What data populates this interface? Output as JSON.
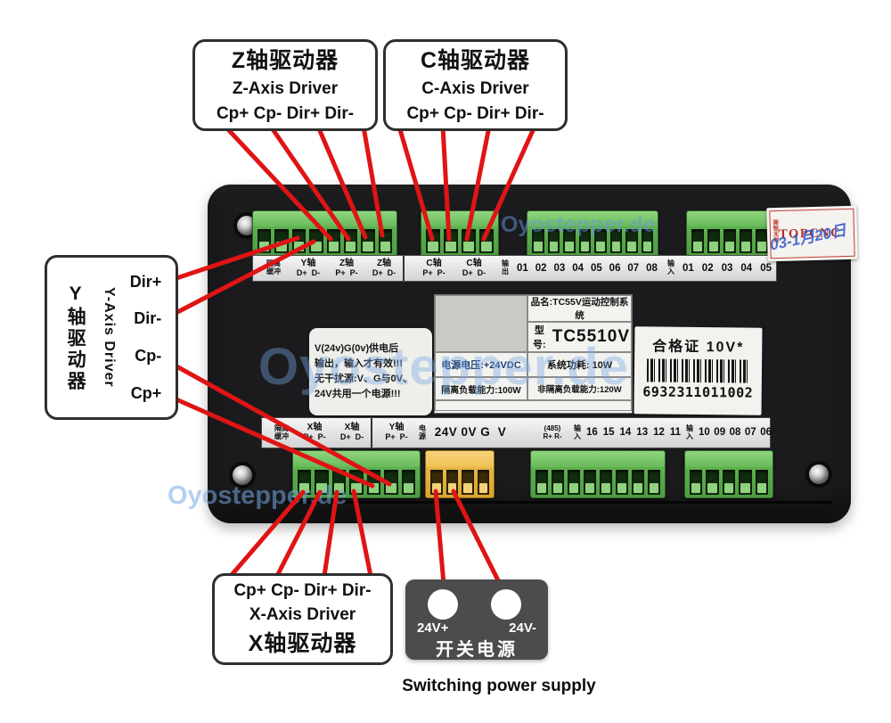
{
  "watermark": {
    "text": "Oyostepper.de"
  },
  "callouts": {
    "z_axis": {
      "title_cn": "Z轴驱动器",
      "title_en": "Z-Axis Driver",
      "pins": "Cp+ Cp- Dir+ Dir-"
    },
    "c_axis": {
      "title_cn": "C轴驱动器",
      "title_en": "C-Axis Driver",
      "pins": "Cp+ Cp- Dir+ Dir-"
    },
    "y_axis": {
      "title_cn": "Y轴驱动器",
      "title_en": "Y-Axis Driver",
      "pins": [
        "Dir+",
        "Dir-",
        "Cp-",
        "Cp+"
      ]
    },
    "x_axis": {
      "title_cn": "X轴驱动器",
      "title_en": "X-Axis Driver",
      "pins": "Cp+ Cp- Dir+ Dir-"
    }
  },
  "power_supply": {
    "terminal_plus": "24V+",
    "terminal_minus": "24V-",
    "label_cn": "开关电源",
    "caption": "Switching power supply"
  },
  "board": {
    "brand_label": {
      "brand": "TOPCNC",
      "stamp": "撕毁无效",
      "handwriting": "03-1月20日"
    },
    "info_panel": {
      "product_name": "品名:TC55V运动控制系统",
      "model_label": "型号:",
      "model_value": "TC5510V",
      "voltage": "电源电压:+24VDC",
      "power": "系统功耗: 10W",
      "iso_load": "隔离负载能力:100W",
      "noniso_load": "非隔离负载能力:120W"
    },
    "warning_lines": [
      "V(24v)G(0v)供电后",
      "输出，输入才有效!!!",
      "无干扰源:V、G与0V、",
      "24V共用一个电源!!!"
    ],
    "certificate": {
      "title": "合格证  10V*",
      "code": "6932311011002"
    },
    "top_strip": [
      {
        "t": "隔离",
        "b": "缓冲"
      },
      {
        "t": "Y轴",
        "b": "D+  D-"
      },
      {
        "t": "Z轴",
        "b": "P+  P-"
      },
      {
        "t": "Z轴",
        "b": "D+  D-"
      },
      {
        "t": "C轴",
        "b": "P+  P-"
      },
      {
        "t": "C轴",
        "b": "D+  D-"
      },
      {
        "t": "输",
        "b": "出"
      },
      {
        "n": "01 02 03 04 05 06 07 08"
      },
      {
        "t": "输",
        "b": "入"
      },
      {
        "n": "01 02 03 04 05"
      }
    ],
    "bottom_strip": [
      {
        "t": "隔离",
        "b": "缓冲"
      },
      {
        "t": "X轴",
        "b": "P+  P-"
      },
      {
        "t": "X轴",
        "b": "D+  D-"
      },
      {
        "t": "Y轴",
        "b": "P+  P-"
      },
      {
        "t": "电",
        "b": "源"
      },
      {
        "n": "24V 0V G  V"
      },
      {
        "t": "(485)",
        "b": "R+ R-"
      },
      {
        "t": "输",
        "b": "入"
      },
      {
        "n": "16 15 14 13 12 11"
      },
      {
        "t": "输",
        "b": "入"
      },
      {
        "n": "10 09 08 07 06"
      }
    ]
  },
  "colors": {
    "line_red": "#e01414",
    "terminal_green": "#5fb254",
    "terminal_yellow": "#e6b23c",
    "board_black": "#1b1b1d"
  }
}
